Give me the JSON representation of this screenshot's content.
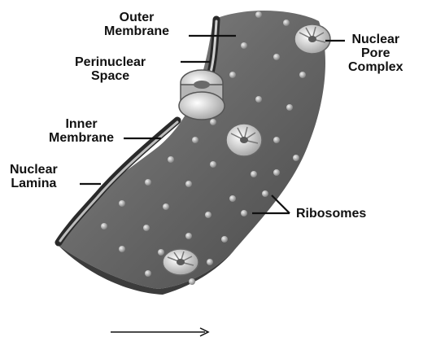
{
  "diagram": {
    "labels": {
      "outer_membrane": [
        "Outer",
        "Membrane"
      ],
      "perinuclear_space": [
        "Perinuclear",
        "Space"
      ],
      "inner_membrane": [
        "Inner",
        "Membrane"
      ],
      "nuclear_lamina": [
        "Nuclear",
        "Lamina"
      ],
      "nuclear_pore_complex": [
        "Nuclear",
        "Pore",
        "Complex"
      ],
      "ribosomes": "Ribosomes"
    }
  }
}
